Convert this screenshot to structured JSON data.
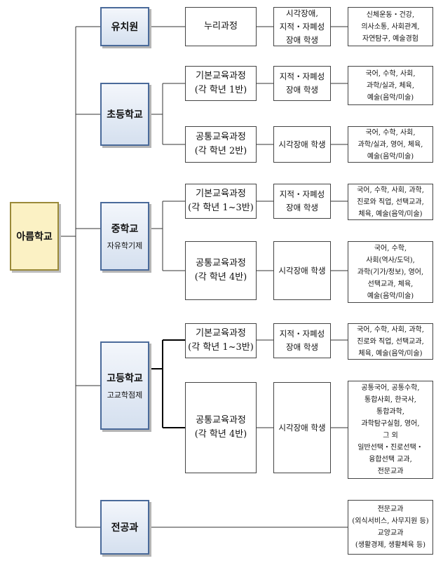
{
  "root": {
    "label": "아름학교"
  },
  "schools": [
    {
      "name": "유치원",
      "sub": ""
    },
    {
      "name": "초등학교",
      "sub": ""
    },
    {
      "name": "중학교",
      "sub": "자유학기제"
    },
    {
      "name": "고등학교",
      "sub": "고교학점제"
    },
    {
      "name": "전공과",
      "sub": ""
    }
  ],
  "courses": [
    {
      "lines": [
        "누리과정"
      ]
    },
    {
      "lines": [
        "기본교육과정",
        "(각 학년 1반)"
      ]
    },
    {
      "lines": [
        "공통교육과정",
        "(각 학년 2반)"
      ]
    },
    {
      "lines": [
        "기본교육과정",
        "(각 학년 1~3반)"
      ]
    },
    {
      "lines": [
        "공통교육과정",
        "(각 학년 4반)"
      ]
    },
    {
      "lines": [
        "기본교육과정",
        "(각 학년 1~3반)"
      ]
    },
    {
      "lines": [
        "공통교육과정",
        "(각 학년 4반)"
      ]
    }
  ],
  "targets": [
    {
      "lines": [
        "시각장애,",
        "지적・자폐성",
        "장애 학생"
      ]
    },
    {
      "lines": [
        "지적・자폐성",
        "장애 학생"
      ]
    },
    {
      "lines": [
        "시각장애 학생"
      ]
    },
    {
      "lines": [
        "지적・자폐성",
        "장애 학생"
      ]
    },
    {
      "lines": [
        "시각장애 학생"
      ]
    },
    {
      "lines": [
        "지적・자폐성",
        "장애 학생"
      ]
    },
    {
      "lines": [
        "시각장애 학생"
      ]
    }
  ],
  "subjects": [
    {
      "lines": [
        "신체운동・건강,",
        "의사소통, 사회관계,",
        "자연탐구, 예술경험"
      ]
    },
    {
      "lines": [
        "국어, 수학, 사회,",
        "과학/실과, 체육,",
        "예술(음악/미술)"
      ]
    },
    {
      "lines": [
        "국어, 수학, 사회,",
        "과학/실과, 영어, 체육,",
        "예술(음악/미술)"
      ]
    },
    {
      "lines": [
        "국어, 수학, 사회, 과학,",
        "진로와 직업, 선택교과,",
        "체육, 예술(음악/미술)"
      ]
    },
    {
      "lines": [
        "국어, 수학,",
        "사회(역사/도덕),",
        "과학(기가/정보), 영어,",
        "선택교과, 체육,",
        "예술(음악/미술)"
      ]
    },
    {
      "lines": [
        "국어, 수학, 사회, 과학,",
        "진로와 직업, 선택교과,",
        "체육, 예술(음악/미술)"
      ]
    },
    {
      "lines": [
        "공통국어, 공통수학,",
        "통합사회, 한국사,",
        "통합과학,",
        "과학탐구실험, 영어,",
        "그 외",
        "일반선택・진로선택・",
        "융합선택 교과,",
        "전문교과"
      ]
    },
    {
      "lines": [
        "전문교과",
        "(외식서비스, 사무지원 등)",
        "교양교과",
        "(생활경제, 생활체육 등)"
      ]
    }
  ]
}
